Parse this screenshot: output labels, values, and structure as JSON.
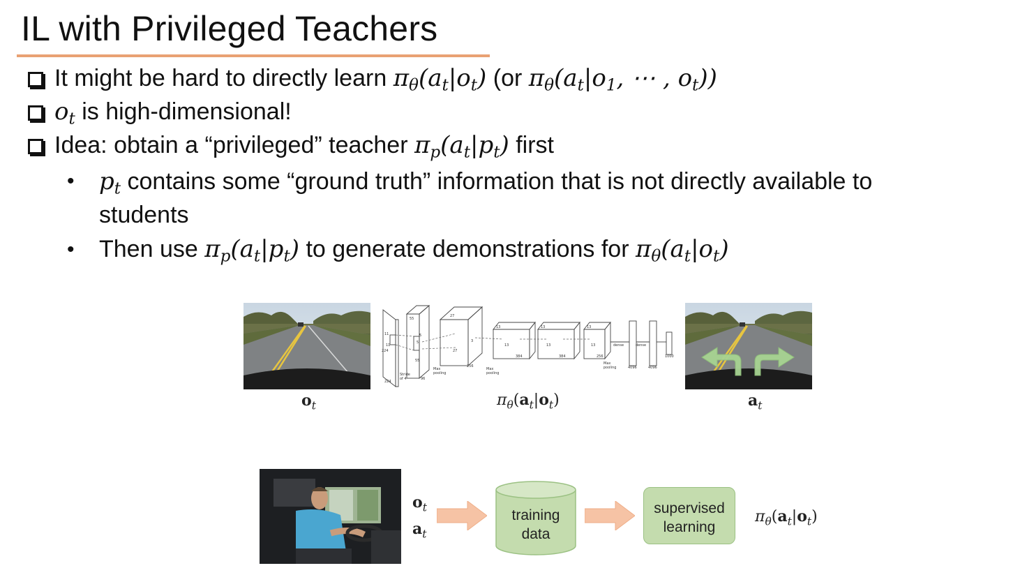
{
  "slide": {
    "title": "IL with Privileged Teachers",
    "accent_color": "#e9a173"
  },
  "bullets": {
    "b1_prefix": "It might be hard to directly learn ",
    "b1_math1": "π",
    "b1_math1_sub": "θ",
    "b1_math1_args": "(a",
    "b1_math1_args_sub": "t",
    "b1_math1_bar": "|o",
    "b1_math1_bar_sub": "t",
    "b1_math1_close": ")",
    "b1_mid": " (or ",
    "b1_math2": "π",
    "b1_math2_sub": "θ",
    "b1_math2_args": "(a",
    "b1_math2_args_sub": "t",
    "b1_math2_bar": "|o",
    "b1_math2_bar_sub": "1",
    "b1_math2_dots": ", ⋯ , o",
    "b1_math2_dots_sub": "t",
    "b1_math2_close": "))",
    "b2_math": "o",
    "b2_math_sub": "t",
    "b2_text": " is high-dimensional!",
    "b3_prefix": "Idea: obtain a “privileged” teacher ",
    "b3_math": "π",
    "b3_math_sub": "p",
    "b3_args": "(a",
    "b3_args_sub": "t",
    "b3_bar": "|p",
    "b3_bar_sub": "t",
    "b3_close": ")",
    "b3_suffix": " first",
    "s1_math": "p",
    "s1_math_sub": "t",
    "s1_text": " contains some “ground truth” information that is not directly available to",
    "s1_text2": "students",
    "s2_prefix": "Then use ",
    "s2_m1": "π",
    "s2_m1_sub": "p",
    "s2_m1_args": "(a",
    "s2_m1_args_sub": "t",
    "s2_m1_bar": "|p",
    "s2_m1_bar_sub": "t",
    "s2_m1_close": ")",
    "s2_mid": " to generate demonstrations for ",
    "s2_m2": "π",
    "s2_m2_sub": "θ",
    "s2_m2_args": "(a",
    "s2_m2_args_sub": "t",
    "s2_m2_bar": "|o",
    "s2_m2_bar_sub": "t",
    "s2_m2_close": ")",
    "bullet_glyph": "•"
  },
  "figure_top": {
    "obs_label": "o",
    "obs_label_sub": "t",
    "policy_label_pi": "π",
    "policy_label_sub": "θ",
    "policy_label_open": "(",
    "policy_label_a": "a",
    "policy_label_a_sub": "t",
    "policy_label_bar": "|",
    "policy_label_o": "o",
    "policy_label_o_sub": "t",
    "policy_label_close": ")",
    "act_label": "a",
    "act_label_sub": "t",
    "arrow_color": "#9fcf8a",
    "cnn": {
      "n224": "224",
      "n224b": "224",
      "n11": "11",
      "n11b": "11",
      "n55": "55",
      "n55b": "55",
      "n5": "5",
      "n5b": "5",
      "n27": "27",
      "n27b": "27",
      "n3": "3",
      "n13": "13",
      "n13b": "13",
      "n13c": "13",
      "n13d": "13",
      "n13e": "13",
      "n13f": "13",
      "n96": "96",
      "n256": "256",
      "n384": "384",
      "n384b": "384",
      "n256b": "256",
      "n4096": "4096",
      "n4096b": "4096",
      "n1000": "1000",
      "dense1": "dense",
      "dense2": "dense",
      "stride1": "Stride",
      "stride2": "of 4",
      "max1a": "Max",
      "max1b": "pooling",
      "max2a": "Max",
      "max2b": "pooling",
      "max3a": "Max",
      "max3b": "pooling"
    }
  },
  "figure_bottom": {
    "label_o": "o",
    "label_o_sub": "t",
    "label_a": "a",
    "label_a_sub": "t",
    "cylinder_line1": "training",
    "cylinder_line2": "data",
    "box_line1": "supervised",
    "box_line2": "learning",
    "result_pi": "π",
    "result_sub": "θ",
    "result_open": "(",
    "result_a": "a",
    "result_a_sub": "t",
    "result_bar": "|",
    "result_o": "o",
    "result_o_sub": "t",
    "result_close": ")",
    "arrow_color": "#f6c3a5",
    "green_fill": "#c4dcae",
    "green_stroke": "#9bc183"
  }
}
